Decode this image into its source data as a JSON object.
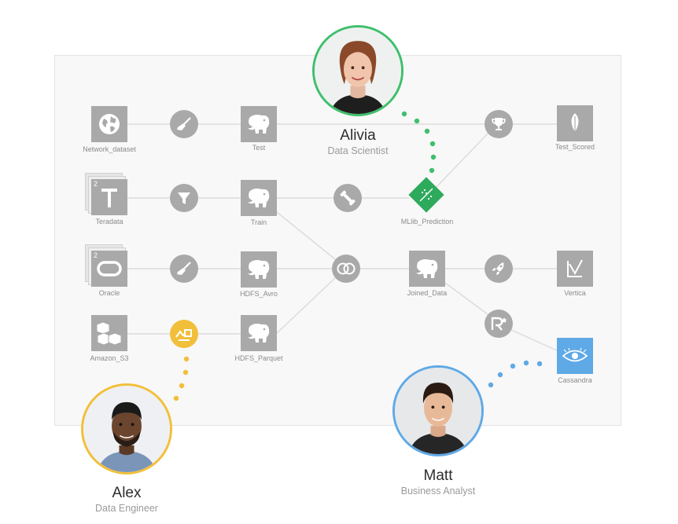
{
  "nodes": {
    "network_dataset": "Network_dataset",
    "test": "Test",
    "test_scored": "Test_Scored",
    "teradata": "Teradata",
    "train": "Train",
    "mllib_prediction": "MLlib_Prediction",
    "oracle": "Oracle",
    "hdfs_avro": "HDFS_Avro",
    "joined_data": "Joined_Data",
    "vertica": "Vertica",
    "amazon_s3": "Amazon_S3",
    "hdfs_parquet": "HDFS_Parquet",
    "cassandra": "Cassandra"
  },
  "stack_counts": {
    "teradata": "2",
    "oracle": "2"
  },
  "people": {
    "alivia": {
      "name": "Alivia",
      "role": "Data Scientist",
      "color": "#3fbf6c"
    },
    "alex": {
      "name": "Alex",
      "role": "Data Engineer",
      "color": "#f2bf3a"
    },
    "matt": {
      "name": "Matt",
      "role": "Business Analyst",
      "color": "#5fa9e6"
    }
  },
  "icons": {
    "network_dataset": "globe-icon",
    "teradata": "teradata-t-icon",
    "oracle": "oracle-icon",
    "amazon_s3": "cubes-icon",
    "hdfs": "hadoop-elephant-icon",
    "clean": "broom-icon",
    "filter": "funnel-icon",
    "train": "dumbbell-icon",
    "join": "join-circles-icon",
    "score": "trophy-icon",
    "r_recipe": "r-icon",
    "scoring_recipe": "rocket-icon",
    "sync": "sync-icon",
    "mllib": "diamond-model-icon",
    "vertica": "vertica-icon",
    "cassandra": "eye-icon",
    "test_scored": "leaf-icon"
  },
  "colors": {
    "node_gray": "#a9a9a9",
    "model_green": "#2eaa5c",
    "engineer_yellow": "#f2bf3a",
    "analyst_blue": "#5fa9e6"
  }
}
